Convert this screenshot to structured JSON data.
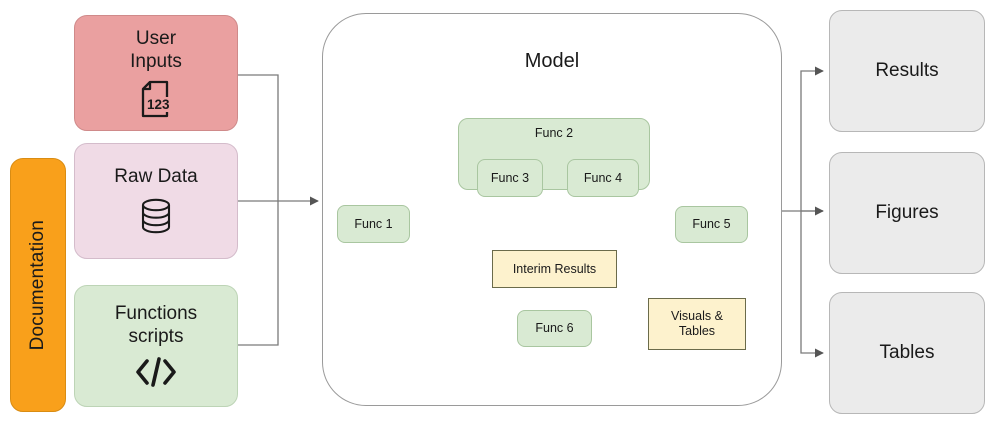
{
  "diagram": {
    "title": "Research pipeline workflow diagram",
    "colors": {
      "documentation": "#f9a01b",
      "user_inputs": "#eaa0a0",
      "raw_data": "#f0dbe6",
      "functions_scripts": "#d9ead3",
      "function_node": "#d9ead3",
      "artifact_node": "#fdf2cd",
      "output_card": "#ebebeb",
      "edge": "#7a7a7a",
      "model_border": "#9a9a9a"
    }
  },
  "documentation": {
    "label": "Documentation"
  },
  "inputs": [
    {
      "id": "user-inputs",
      "label": "User\nInputs",
      "icon": "file-123-icon"
    },
    {
      "id": "raw-data",
      "label": "Raw Data",
      "icon": "database-icon"
    },
    {
      "id": "functions-scripts",
      "label": "Functions\nscripts",
      "icon": "code-brackets-icon"
    }
  ],
  "model": {
    "title": "Model",
    "nodes": {
      "func1": "Func 1",
      "func2": "Func 2",
      "func3": "Func 3",
      "func4": "Func 4",
      "func5": "Func 5",
      "func6": "Func 6",
      "interim_results": "Interim Results",
      "visuals_tables": "Visuals &\nTables"
    }
  },
  "outputs": [
    {
      "id": "results",
      "label": "Results"
    },
    {
      "id": "figures",
      "label": "Figures"
    },
    {
      "id": "tables",
      "label": "Tables"
    }
  ],
  "edges": [
    {
      "from": "user-inputs",
      "to": "model-container"
    },
    {
      "from": "raw-data",
      "to": "model-container"
    },
    {
      "from": "functions-scripts",
      "to": "model-container"
    },
    {
      "from": "func1",
      "to": "func2-group"
    },
    {
      "from": "func3",
      "to": "func4"
    },
    {
      "from": "func2-group",
      "to": "func5"
    },
    {
      "from": "func5",
      "to": "interim-results"
    },
    {
      "from": "interim-results",
      "to": "func6"
    },
    {
      "from": "func6",
      "to": "visuals-tables"
    },
    {
      "from": "model-container",
      "to": "results"
    },
    {
      "from": "model-container",
      "to": "figures"
    },
    {
      "from": "model-container",
      "to": "tables"
    }
  ]
}
